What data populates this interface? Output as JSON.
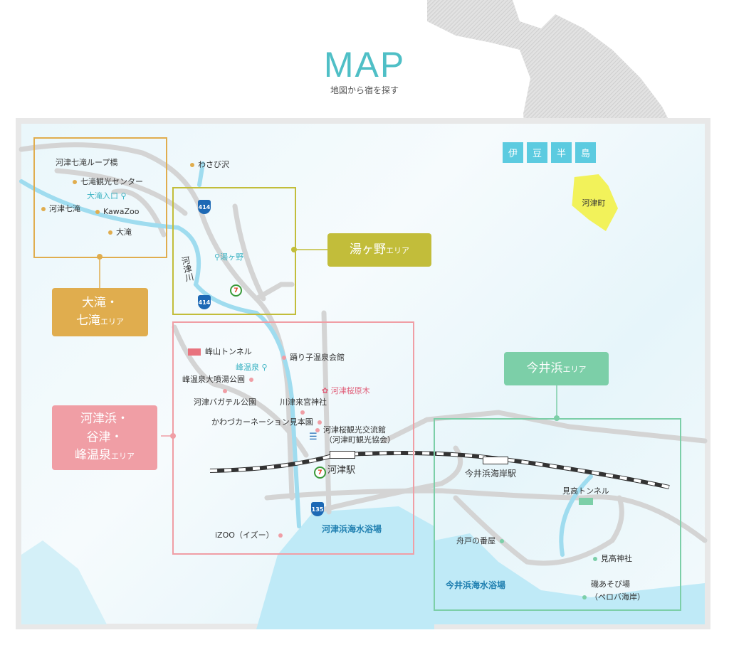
{
  "header": {
    "title": "MAP",
    "subtitle": "地図から宿を探す"
  },
  "izu_label": [
    "伊",
    "豆",
    "半",
    "島"
  ],
  "town_label": "河津町",
  "areas": {
    "otaki": {
      "line1": "大滝・",
      "line2": "七滝",
      "suffix": "エリア",
      "color": "#e0ad4e"
    },
    "yugano": {
      "label": "湯ヶ野",
      "suffix": "エリア",
      "color": "#c2bd3a"
    },
    "kawazuhama": {
      "line1": "河津浜・",
      "line2": "谷津・",
      "line3": "峰温泉",
      "suffix": "エリア",
      "color": "#f09ea5"
    },
    "imaihama": {
      "label": "今井浜",
      "suffix": "エリア",
      "color": "#7ccfa8"
    }
  },
  "places": {
    "loop_bridge": "河津七滝ループ橋",
    "nanadaru_center": "七滝観光センター",
    "otaki_iriguchi": "大滝入口",
    "kawazu_nanadaru": "河津七滝",
    "kawazoo": "KawaZoo",
    "otaki": "大滝",
    "wasabizawa": "わさび沢",
    "yugano": "湯ヶ野",
    "kawazugawa": "河津川",
    "route414": "414",
    "route135": "135",
    "mineyama_tunnel": "峰山トンネル",
    "odoriko_onsen": "踊り子温泉会館",
    "mine_onsen": "峰温泉",
    "mine_park": "峰温泉大噴湯公園",
    "kawazu_sakura": "河津桜原木",
    "bagatelle": "河津バガテル公園",
    "kinomiya": "川津来宮神社",
    "carnation": "かわづカーネーション見本園",
    "sakura_kan": "河津桜観光交流館",
    "kanko_kyokai": "（河津町観光協会）",
    "kawazu_station": "河津駅",
    "izoo": "iZOO（イズー）",
    "kawazuhama_beach": "河津浜海水浴場",
    "imaihama_station": "今井浜海岸駅",
    "mitaka_tunnel": "見高トンネル",
    "funado": "舟戸の番屋",
    "mitaka_shrine": "見高神社",
    "iso_asobi": "磯あそび場",
    "perobato": "（ペロバ海岸）",
    "imaihama_beach": "今井浜海水浴場"
  }
}
